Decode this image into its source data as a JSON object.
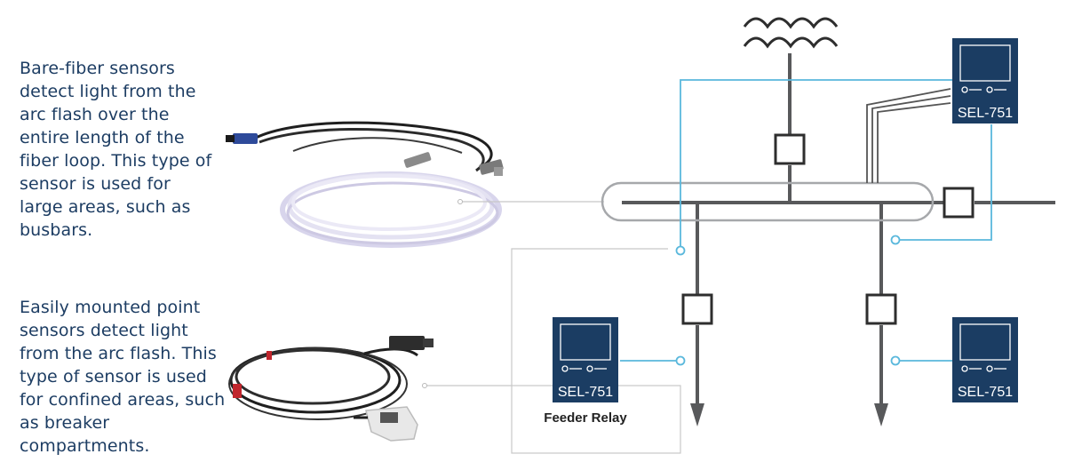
{
  "captions": {
    "bare_fiber": "Bare-fiber sensors detect light from the arc flash over the entire length of the fiber loop. This type of sensor is used for large areas, such as busbars.",
    "point_sensor": "Easily mounted point sensors detect light from the arc flash. This type of sensor is used for confined areas, such as breaker compartments."
  },
  "relays": {
    "top_right": "SEL-751",
    "feeder": "SEL-751",
    "bottom_right": "SEL-751"
  },
  "role_labels": {
    "feeder": "Feeder Relay"
  },
  "colors": {
    "relay_body": "#1b3d63",
    "fiber_blue": "#5ab8dc",
    "bus_gray": "#58595b",
    "caption_text": "#1d3d63"
  }
}
